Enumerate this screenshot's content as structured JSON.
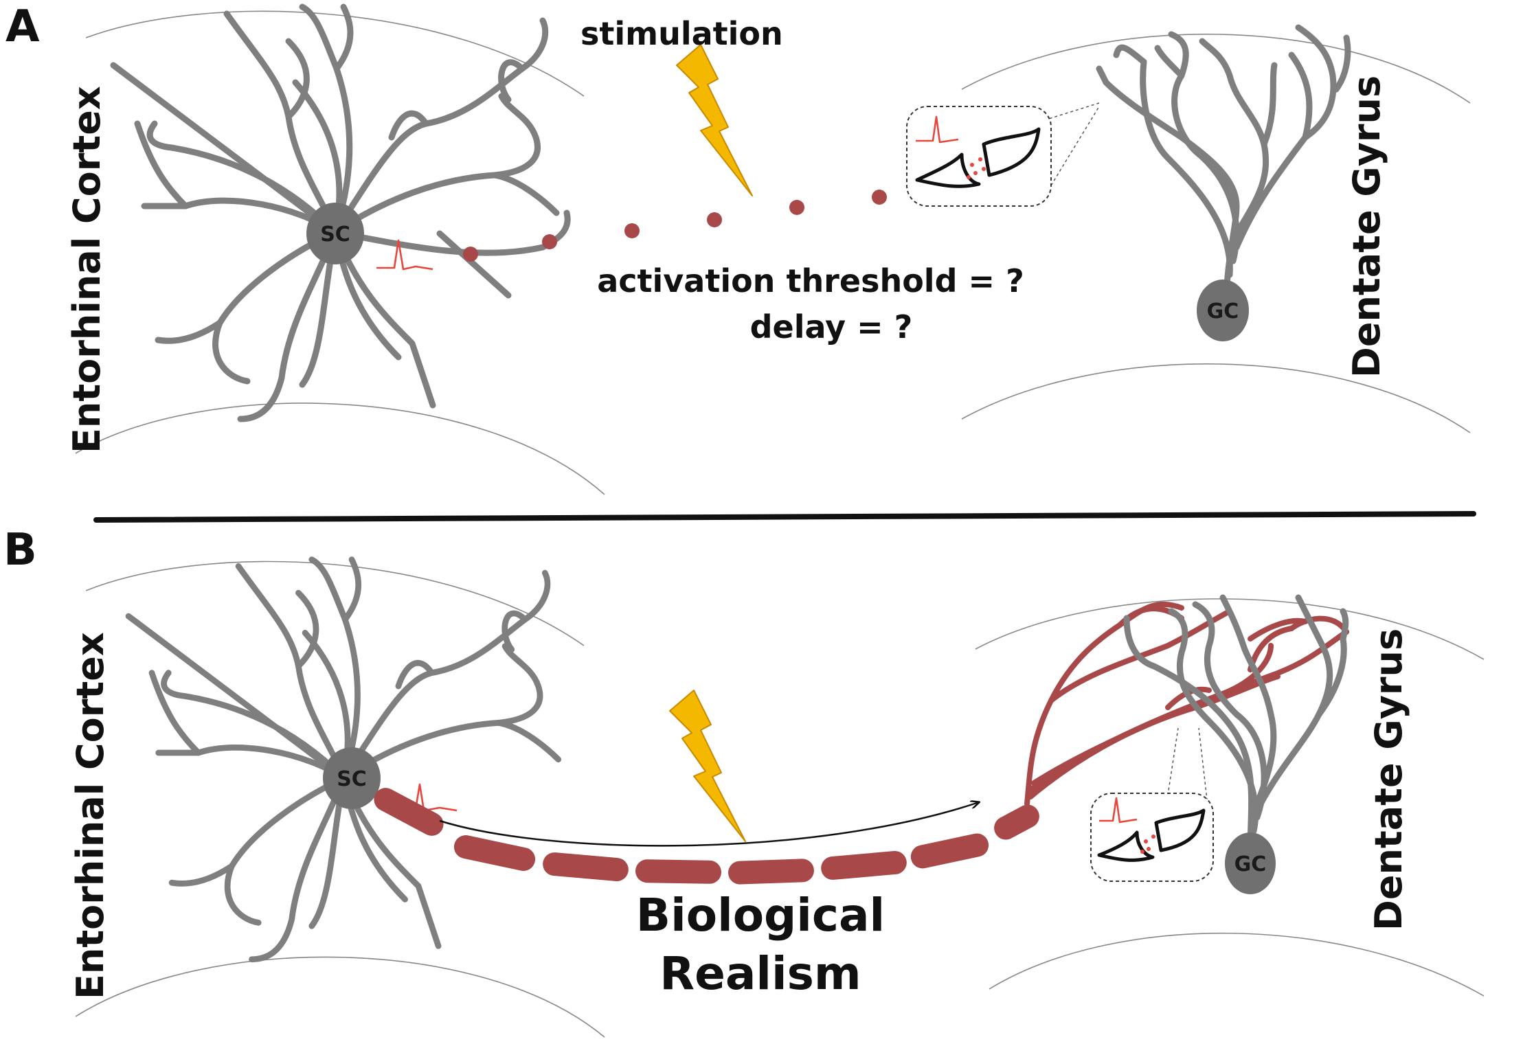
{
  "panels": [
    {
      "id": "A",
      "label": "A",
      "left_region": "Entorhinal Cortex",
      "right_region": "Dentate Gyrus",
      "source_cell": "SC",
      "target_cell": "GC",
      "stimulus_label": "stimulation",
      "question_lines": [
        "activation threshold = ?",
        "delay = ?"
      ]
    },
    {
      "id": "B",
      "label": "B",
      "left_region": "Entorhinal Cortex",
      "right_region": "Dentate Gyrus",
      "source_cell": "SC",
      "target_cell": "GC",
      "title_lines": [
        "Biological",
        "Realism"
      ]
    }
  ],
  "colors": {
    "dendrite": "#7f7f7f",
    "soma": "#707070",
    "axon": "#a84848",
    "spike": "#e8453c",
    "lightning": "#f5b800",
    "divider": "#111111"
  },
  "icons": [
    "lightning-bolt-icon",
    "action-potential-icon",
    "synapse-icon",
    "arrow-icon"
  ]
}
